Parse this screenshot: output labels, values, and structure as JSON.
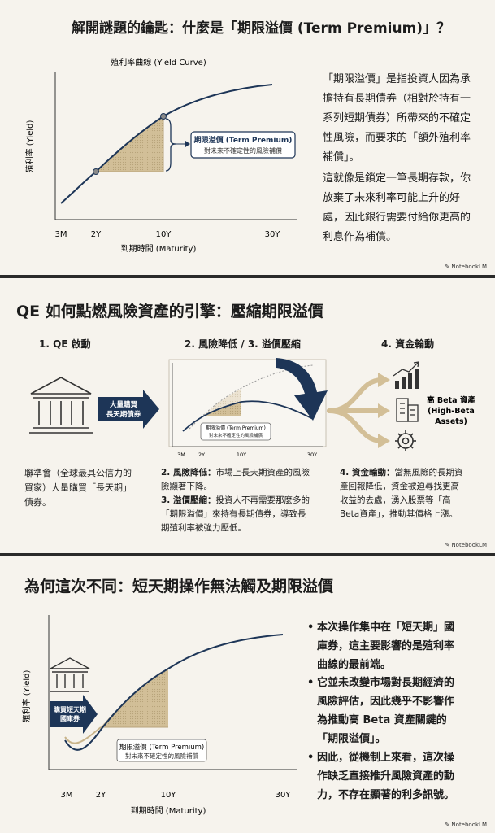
{
  "panel1": {
    "title": "解開謎題的鑰匙：什麼是「期限溢價 (Term Premium)」？",
    "chart": {
      "title": "殖利率曲線 (Yield Curve)",
      "ylabel": "殖利率 (Yield)",
      "xlabel": "到期時間 (Maturity)",
      "ticks": [
        "3M",
        "2Y",
        "10Y",
        "30Y"
      ],
      "callout_title": "期限溢價 (Term Premium)",
      "callout_sub": "對未來不確定性的風險補償"
    },
    "text1_lines": [
      "「期限溢價」是指投資人因為承",
      "擔持有長期債券（相對於持有一",
      "系列短期債券）所帶來的不確定",
      "性風險，而要求的「額外殖利率",
      "補償」。"
    ],
    "text2_lines": [
      "這就像是鎖定一筆長期存款，你",
      "放棄了未來利率可能上升的好",
      "處，因此銀行需要付給你更高的",
      "利息作為補償。"
    ],
    "footer": "NotebookLM"
  },
  "panel2": {
    "title": "QE 如何點燃風險資產的引擎：壓縮期限溢價",
    "step1": "1. QE 啟動",
    "step2": "2. 風險降低 / 3. 溢價壓縮",
    "step4": "4. 資金輪動",
    "arrow_label_lines": [
      "大量購買",
      "長天期債券"
    ],
    "mini_callout_title": "期限溢價 (Term Premium)",
    "mini_callout_sub": "對未來不確定性的風險補償",
    "ticks": [
      "3M",
      "2Y",
      "10Y",
      "30Y"
    ],
    "beta_lines": [
      "高 Beta 資產",
      "(High-Beta",
      "Assets)"
    ],
    "desc1_lines": [
      "聯準會（全球最具公信力的",
      "買家）大量購買「長天期」",
      "債券。"
    ],
    "desc2": [
      {
        "bold": "2. 風險降低：",
        "lines": [
          "市場上長天期資產的風險",
          "險顯著下降。"
        ]
      },
      {
        "bold": "3. 溢價壓縮：",
        "lines": [
          "投資人不再需要那麼多的",
          "「期限溢價」來持有長期債券，導致長",
          "期殖利率被強力壓低。"
        ]
      }
    ],
    "desc4": {
      "bold": "4. 資金輪動：",
      "lines": [
        "當無風險的長期資",
        "產回報降低，資金被迫尋找更高",
        "收益的去處，湧入股票等「高",
        "Beta資產」，推動其價格上漲。"
      ]
    },
    "footer": "NotebookLM"
  },
  "panel3": {
    "title": "為何這次不同：短天期操作無法觸及期限溢價",
    "ylabel": "殖利率 (Yield)",
    "xlabel": "到期時間 (Maturity)",
    "ticks": [
      "3M",
      "2Y",
      "10Y",
      "30Y"
    ],
    "arrow_label_lines": [
      "購買短天期",
      "國庫券"
    ],
    "callout_title": "期限溢價 (Term Premium)",
    "callout_sub": "對未來不確定性的風險補償",
    "bullets": [
      [
        "本次操作集中在「短天期」國",
        "庫券，這主要影響的是殖利率",
        "曲線的最前端。"
      ],
      [
        "它並未改變市場對長期經濟的",
        "風險評估，因此幾乎不影響作",
        "為推動高 Beta 資產關鍵的",
        "「期限溢價」。"
      ],
      [
        "因此，從機制上來看，這次操",
        "作缺乏直接推升風險資產的動",
        "力，不存在顯著的利多訊號。"
      ]
    ],
    "footer": "NotebookLM"
  },
  "colors": {
    "navy": "#1d3557",
    "tan": "#cfbb92",
    "bg": "#f6f3ed"
  }
}
